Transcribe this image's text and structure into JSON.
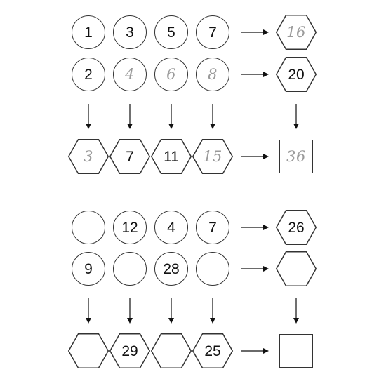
{
  "puzzles": [
    {
      "row1": [
        {
          "value": "1",
          "handwritten": false
        },
        {
          "value": "3",
          "handwritten": false
        },
        {
          "value": "5",
          "handwritten": false
        },
        {
          "value": "7",
          "handwritten": false
        }
      ],
      "row1_sum": {
        "value": "16",
        "handwritten": true
      },
      "row2": [
        {
          "value": "2",
          "handwritten": false
        },
        {
          "value": "4",
          "handwritten": true
        },
        {
          "value": "6",
          "handwritten": true
        },
        {
          "value": "8",
          "handwritten": true
        }
      ],
      "row2_sum": {
        "value": "20",
        "handwritten": false
      },
      "col_sums": [
        {
          "value": "3",
          "handwritten": true
        },
        {
          "value": "7",
          "handwritten": false
        },
        {
          "value": "11",
          "handwritten": false
        },
        {
          "value": "15",
          "handwritten": true
        }
      ],
      "total": {
        "value": "36",
        "handwritten": true
      }
    },
    {
      "row1": [
        {
          "value": "",
          "handwritten": false
        },
        {
          "value": "12",
          "handwritten": false
        },
        {
          "value": "4",
          "handwritten": false
        },
        {
          "value": "7",
          "handwritten": false
        }
      ],
      "row1_sum": {
        "value": "26",
        "handwritten": false
      },
      "row2": [
        {
          "value": "9",
          "handwritten": false
        },
        {
          "value": "",
          "handwritten": false
        },
        {
          "value": "28",
          "handwritten": false
        },
        {
          "value": "",
          "handwritten": false
        }
      ],
      "row2_sum": {
        "value": "",
        "handwritten": false
      },
      "col_sums": [
        {
          "value": "",
          "handwritten": false
        },
        {
          "value": "29",
          "handwritten": false
        },
        {
          "value": "",
          "handwritten": false
        },
        {
          "value": "25",
          "handwritten": false
        }
      ],
      "total": {
        "value": "",
        "handwritten": false
      }
    }
  ],
  "colors": {
    "stroke": "#333333",
    "text": "#111111",
    "handwritten": "#9a9a9a"
  }
}
